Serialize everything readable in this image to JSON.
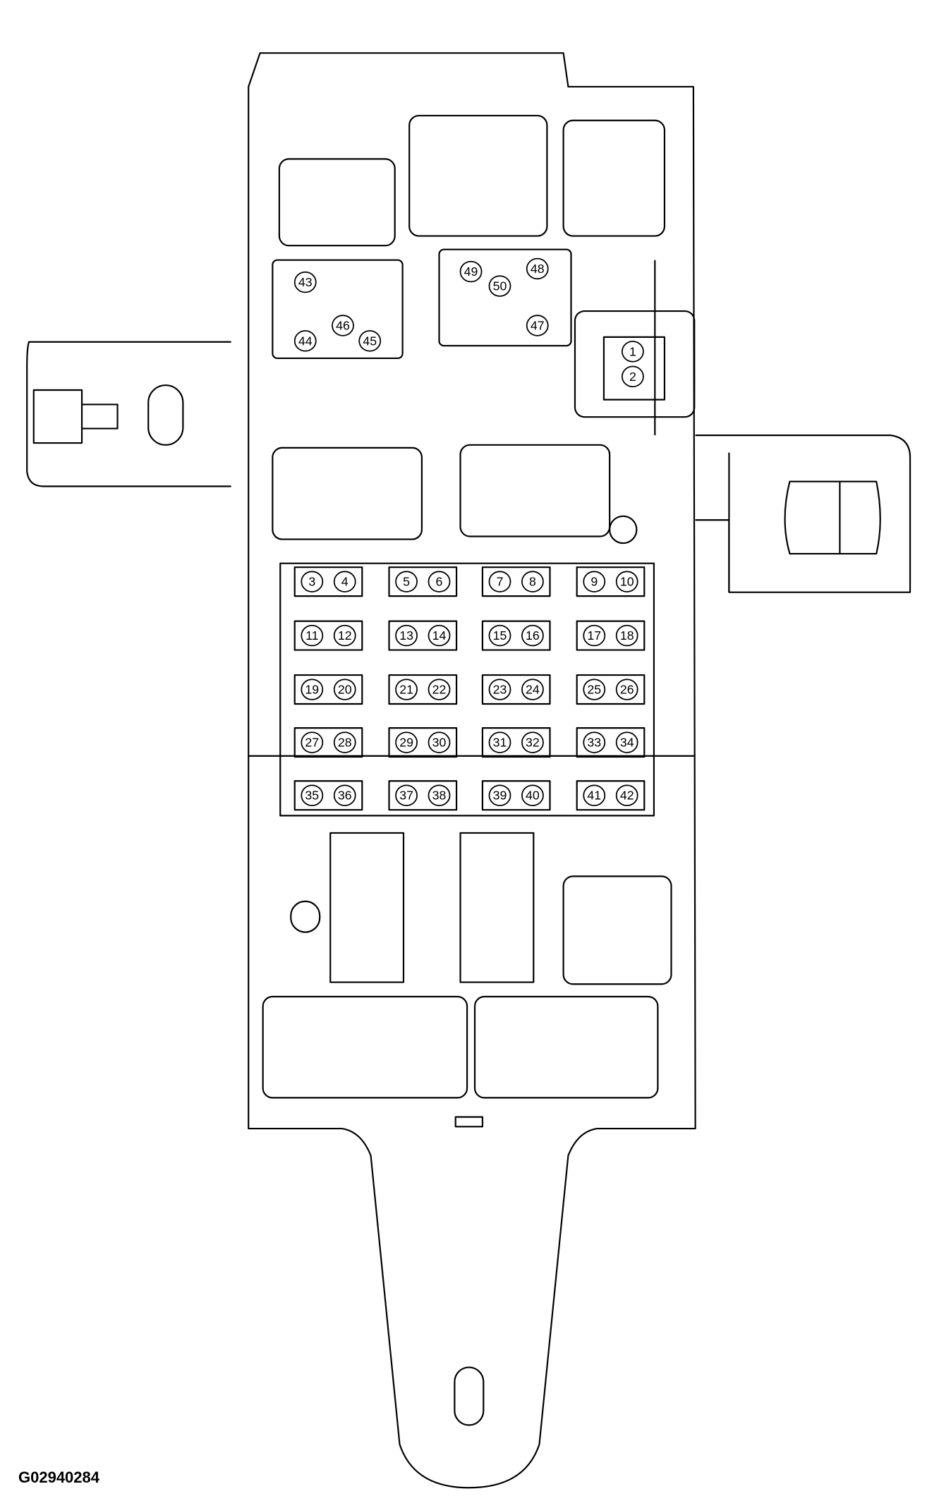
{
  "figure_code": "G02940284",
  "relay_labels": [
    "1",
    "2"
  ],
  "small_fuse_labels": [
    "43",
    "44",
    "45",
    "46",
    "47",
    "48",
    "49",
    "50"
  ],
  "fuse_grid_rows": [
    [
      "3",
      "4",
      "5",
      "6",
      "7",
      "8",
      "9",
      "10"
    ],
    [
      "11",
      "12",
      "13",
      "14",
      "15",
      "16",
      "17",
      "18"
    ],
    [
      "19",
      "20",
      "21",
      "22",
      "23",
      "24",
      "25",
      "26"
    ],
    [
      "27",
      "28",
      "29",
      "30",
      "31",
      "32",
      "33",
      "34"
    ],
    [
      "35",
      "36",
      "37",
      "38",
      "39",
      "40",
      "41",
      "42"
    ]
  ],
  "colors": {
    "line": "#000000",
    "background": "#ffffff"
  }
}
